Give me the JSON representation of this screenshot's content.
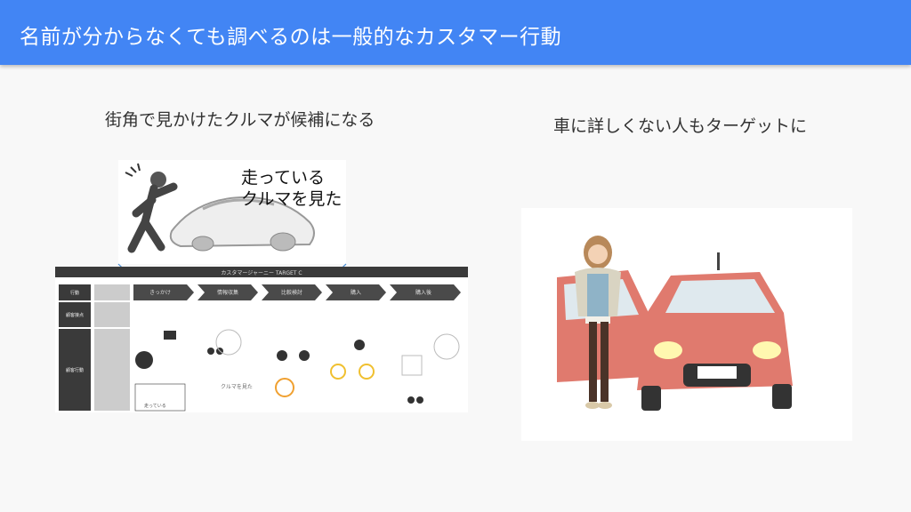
{
  "header": {
    "title": "名前が分からなくても調べるのは一般的なカスタマー行動"
  },
  "left": {
    "caption": "街角で見かけたクルマが候補になる",
    "bubble_text_line1": "走っている",
    "bubble_text_line2": "クルマを見た",
    "journey": {
      "title": "カスタマージャーニー TARGET C",
      "row_labels": [
        "行動",
        "顧客接点",
        "顧客行動"
      ],
      "stages": [
        "きっかけ",
        "情報収集",
        "比較検討",
        "購入",
        "購入後"
      ],
      "small_caption_line1": "走っている",
      "small_caption_line2": "クルマを見た"
    }
  },
  "right": {
    "caption": "車に詳しくない人もターゲットに"
  },
  "colors": {
    "header": "#4285f4",
    "arrow": "#4a4a4a",
    "car": "#e07a6e"
  }
}
